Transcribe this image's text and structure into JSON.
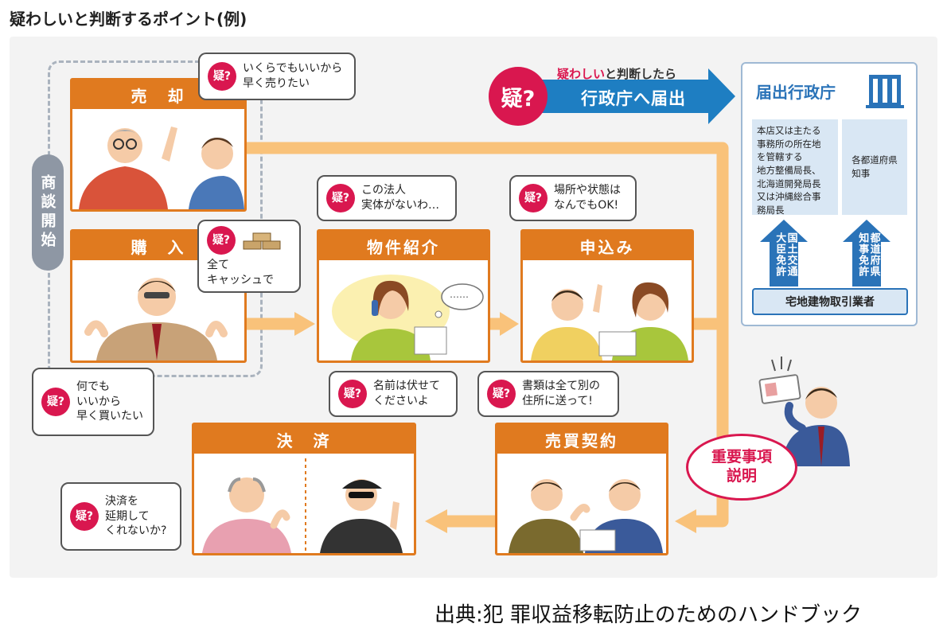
{
  "page_title": "疑わしいと判断するポイント(例)",
  "source": "出典:犯 罪収益移転防止のためのハンドブック",
  "start_label": "商談開始",
  "question_badge": "疑?",
  "boxes": {
    "sale": "売　却",
    "purchase": "購　入",
    "property": "物件紹介",
    "application": "申込み",
    "settlement": "決　済",
    "contract": "売買契約"
  },
  "bubbles": {
    "sale": "いくらでもいいから\n早く売りたい",
    "cash": "全て\nキャッシュで",
    "buy_any": "何でも\nいいから\n早く買いたい",
    "corporation": "この法人\n実体がないわ…",
    "location": "場所や状態は\nなんでもOK!",
    "name": "名前は伏せて\nくださいよ",
    "documents": "書類は全て別の\n住所に送って!",
    "delay": "決済を\n延期して\nくれないか?"
  },
  "thought_dots": "……",
  "report": {
    "badge": "疑?",
    "top_highlight": "疑わしい",
    "top_rest": "と判断したら",
    "arrow_label": "行政庁へ届出"
  },
  "gov": {
    "title": "届出行政庁",
    "left_cell": "本店又は主たる\n事務所の所在地\nを管轄する\n地方整備局長、\n北海道開発局長\n又は沖縄総合事\n務局長",
    "right_cell": "各都道府県\n知事",
    "left_arrow": "国土交通\n大臣免許",
    "right_arrow": "都道府県\n知事免許",
    "dealer": "宅地建物取引業者"
  },
  "important_note": "重要事項\n説明",
  "colors": {
    "orange": "#e07a1f",
    "flow": "#f9c27a",
    "red": "#d9174f",
    "blue": "#2a73b8"
  }
}
